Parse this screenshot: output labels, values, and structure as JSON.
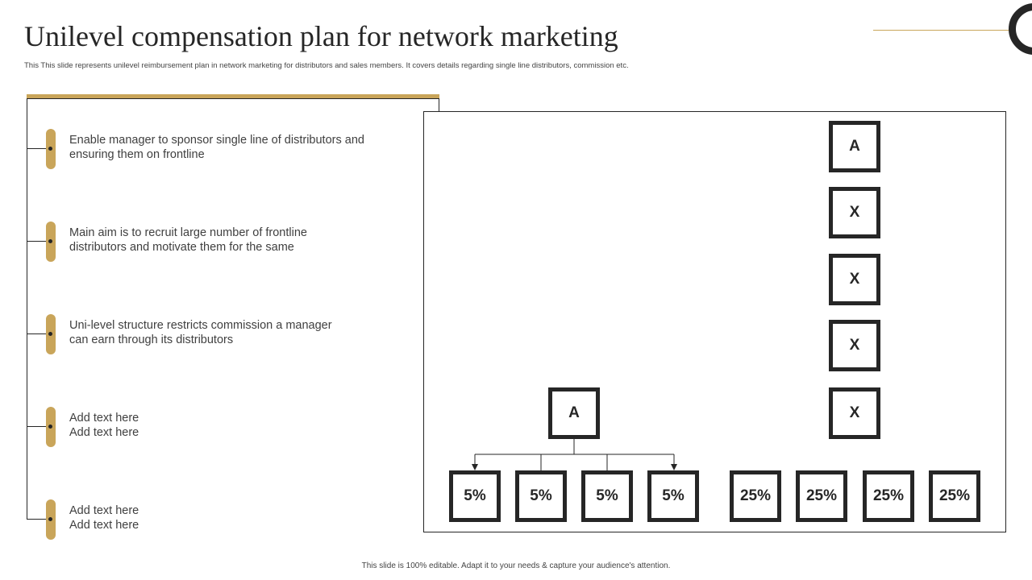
{
  "header": {
    "title": "Unilevel compensation plan for network marketing",
    "subtitle": "This This slide represents unilevel reimbursement plan in network marketing for distributors and sales members. It covers details regarding single line distributors, commission etc."
  },
  "bullets": [
    {
      "text": "Enable manager to sponsor single line of distributors and ensuring them on frontline"
    },
    {
      "text": "Main aim is to recruit large number of frontline distributors and motivate them for the same"
    },
    {
      "text": "Uni-level structure restricts commission a manager can earn through its distributors"
    },
    {
      "text": "Add text here\nAdd text here"
    },
    {
      "text": "Add text here\nAdd text here"
    }
  ],
  "diagram": {
    "left_tree": {
      "root": "A",
      "children": [
        "5%",
        "5%",
        "5%",
        "5%"
      ]
    },
    "right_chain": {
      "nodes": [
        "A",
        "X",
        "X",
        "X",
        "X"
      ],
      "percentages": [
        "25%",
        "25%",
        "25%",
        "25%"
      ]
    }
  },
  "footer": {
    "text": "This slide is 100% editable. Adapt it to your needs & capture your audience's attention."
  },
  "colors": {
    "accent": "#c9a55a",
    "dark": "#262626"
  }
}
